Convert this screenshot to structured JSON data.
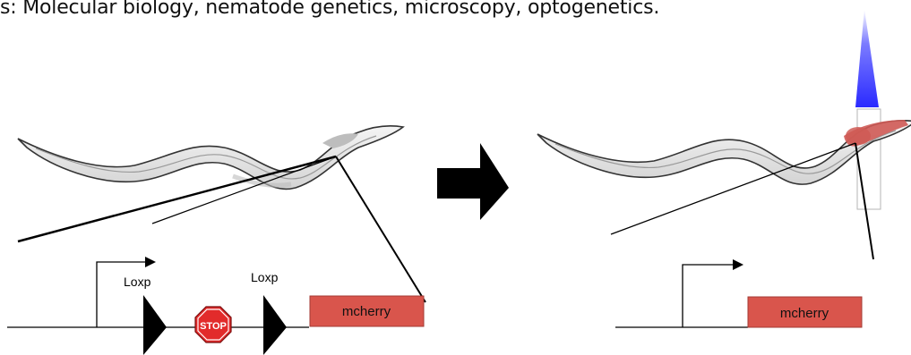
{
  "header": {
    "skills_text": "s: Molecular biology, nematode genetics, microscopy, optogenetics."
  },
  "left_panel": {
    "loxp_1": "Loxp",
    "loxp_2": "Loxp",
    "stop_sign": "STOP",
    "reporter": "mcherry"
  },
  "right_panel": {
    "reporter": "mcherry"
  },
  "colors": {
    "mcherry_box": "#d9554c",
    "stop_sign": "#e22b2b",
    "worm_body": "#e6e6e6",
    "light_beam": "#3b3bff",
    "expression_region": "#cf5a55"
  },
  "icons": {
    "transition_arrow": "right-arrow-icon",
    "promoter": "promoter-arrow-icon",
    "stop": "stop-sign-icon"
  }
}
